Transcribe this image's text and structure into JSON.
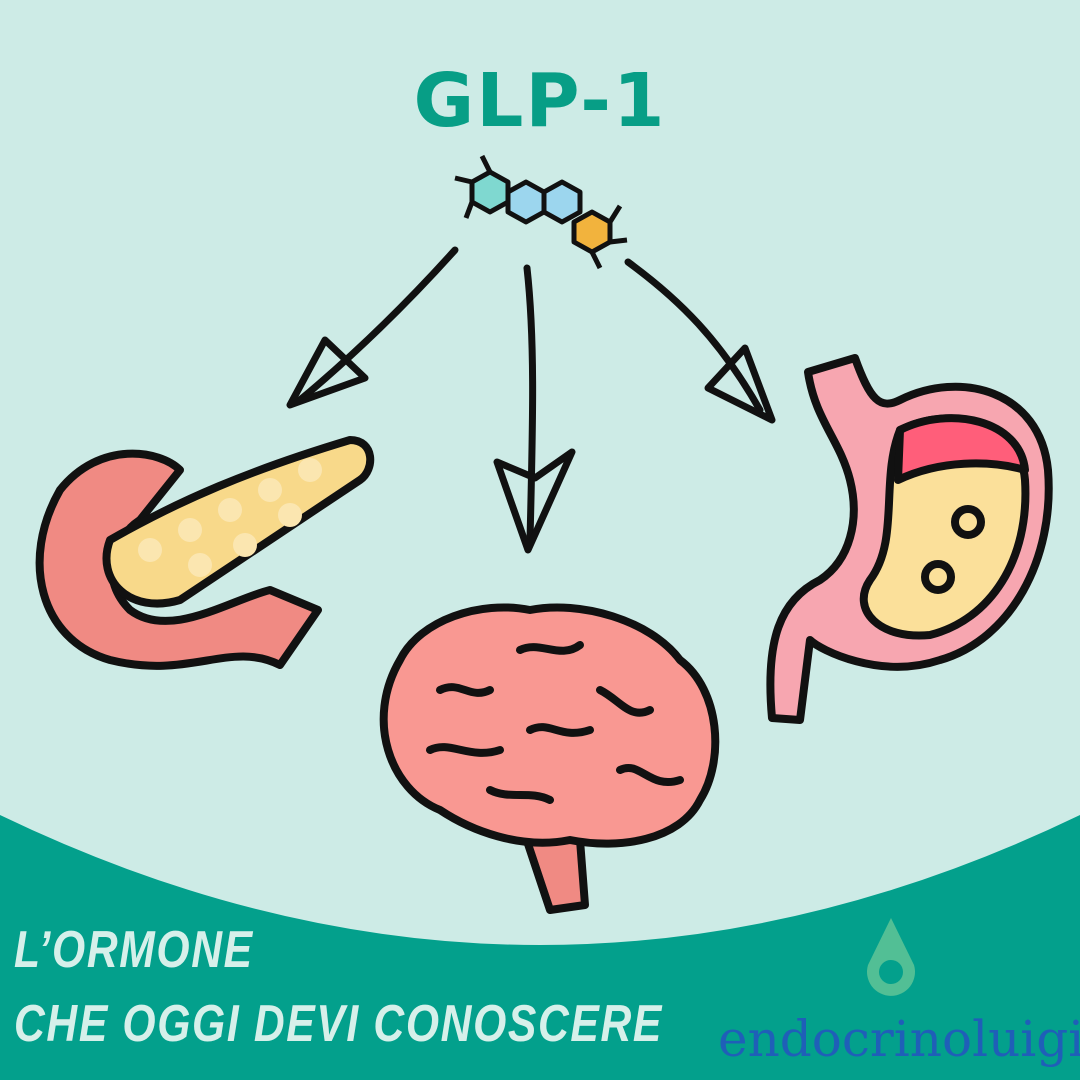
{
  "title": "GLP-1",
  "tagline": {
    "line1": "L’ORMONE",
    "line2": "CHE OGGI DEVI CONOSCERE"
  },
  "logo": {
    "text": "endocrinoluigi"
  },
  "colors": {
    "background": "#cdebe6",
    "band": "#03a08c",
    "title": "#079e86",
    "logo_text": "#1f5fb8",
    "logo_drop": "#52bf95"
  },
  "icons": [
    "molecule-icon",
    "pancreas-icon",
    "brain-icon",
    "stomach-icon",
    "arrow-icon",
    "drop-logo-icon"
  ]
}
